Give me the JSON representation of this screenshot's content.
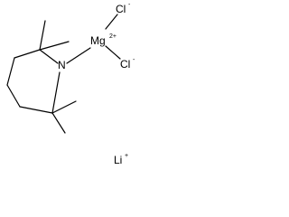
{
  "molecule": {
    "atoms": {
      "nitrogen": {
        "symbol": "N"
      },
      "magnesium": {
        "symbol": "Mg",
        "charge": "2+"
      },
      "chloride_1": {
        "symbol": "Cl",
        "charge": "-"
      },
      "chloride_2": {
        "symbol": "Cl",
        "charge": "-"
      },
      "lithium": {
        "symbol": "Li",
        "charge": "+"
      }
    }
  }
}
